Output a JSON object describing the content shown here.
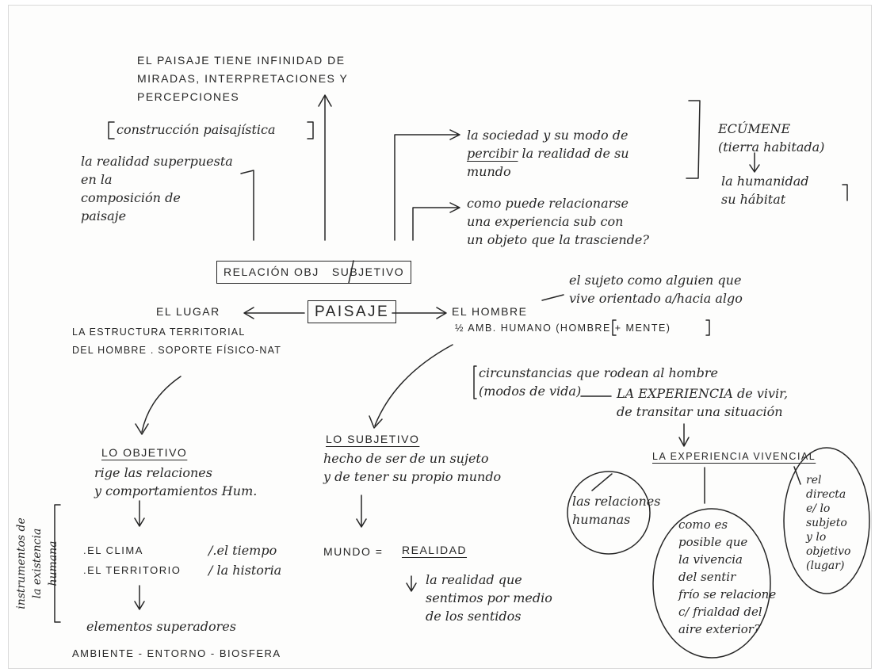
{
  "paisaje": "PAISAJE",
  "relacion_obj": "RELACIÓN OBJ",
  "relacion_sub": "SUBJETIVO",
  "miradas": "EL PAISAJE TIENE INFINIDAD DE\nMIRADAS, INTERPRETACIONES Y\nPERCEPCIONES",
  "construccion": "construcción paisajística",
  "realidad_super": "la realidad superpuesta\nen la\ncomposición de\npaisaje",
  "sociedad_a": "la sociedad y su modo de",
  "sociedad_b": "percibir",
  "sociedad_c": " la realidad de su",
  "sociedad_d": "mundo",
  "ecumene": "ECÚMENE\n(tierra habitada)",
  "humanidad": "la humanidad\nsu hábitat",
  "experiencia_q": "como puede relacionarse\nuna experiencia sub con\nun objeto que la trasciende?",
  "sujeto_alguien": "el sujeto como alguien que\nvive orientado a/hacia algo",
  "el_hombre": "EL HOMBRE",
  "amb_humano": "½ AMB. HUMANO (HOMBRE + MENTE)",
  "circunstancias": "circunstancias que rodean al hombre\n(modos de vida)",
  "experiencia_vivir": "LA EXPERIENCIA de vivir,\nde transitar una situación",
  "experiencia_vivencial": "LA EXPERIENCIA VIVENCIAL",
  "el_lugar": "EL LUGAR",
  "estructura": "LA ESTRUCTURA TERRITORIAL\nDEL HOMBRE . SOPORTE FÍSICO-NAT",
  "lo_objetivo": "LO OBJETIVO",
  "rige": "rige las relaciones\ny comportamientos Hum.",
  "clima_territorio": ".EL CLIMA\n.EL TERRITORIO",
  "tiempo_historia": "/.el tiempo\n/ la historia",
  "elementos": "elementos superadores",
  "ambiente": "AMBIENTE - ENTORNO - BIOSFERA",
  "instrumentos": "instrumentos de\nla existencia\nhumana",
  "lo_subjetivo": "LO SUBJETIVO",
  "hecho": "hecho de ser de un sujeto\ny de tener su propio mundo",
  "mundo": "MUNDO =",
  "realidad": "REALIDAD",
  "realidad_sentidos": "la realidad que\nsentimos por medio\nde los sentidos",
  "relaciones_humanas": "las relaciones\nhumanas",
  "como_posible": "como es\nposible que\nla vivencia\ndel sentir\nfrío se relacione\nc/ frialdad del\naire exterior?",
  "rel_directa": "rel\ndirecta\ne/ lo\nsubjeto\ny lo\nobjetivo\n(lugar)"
}
